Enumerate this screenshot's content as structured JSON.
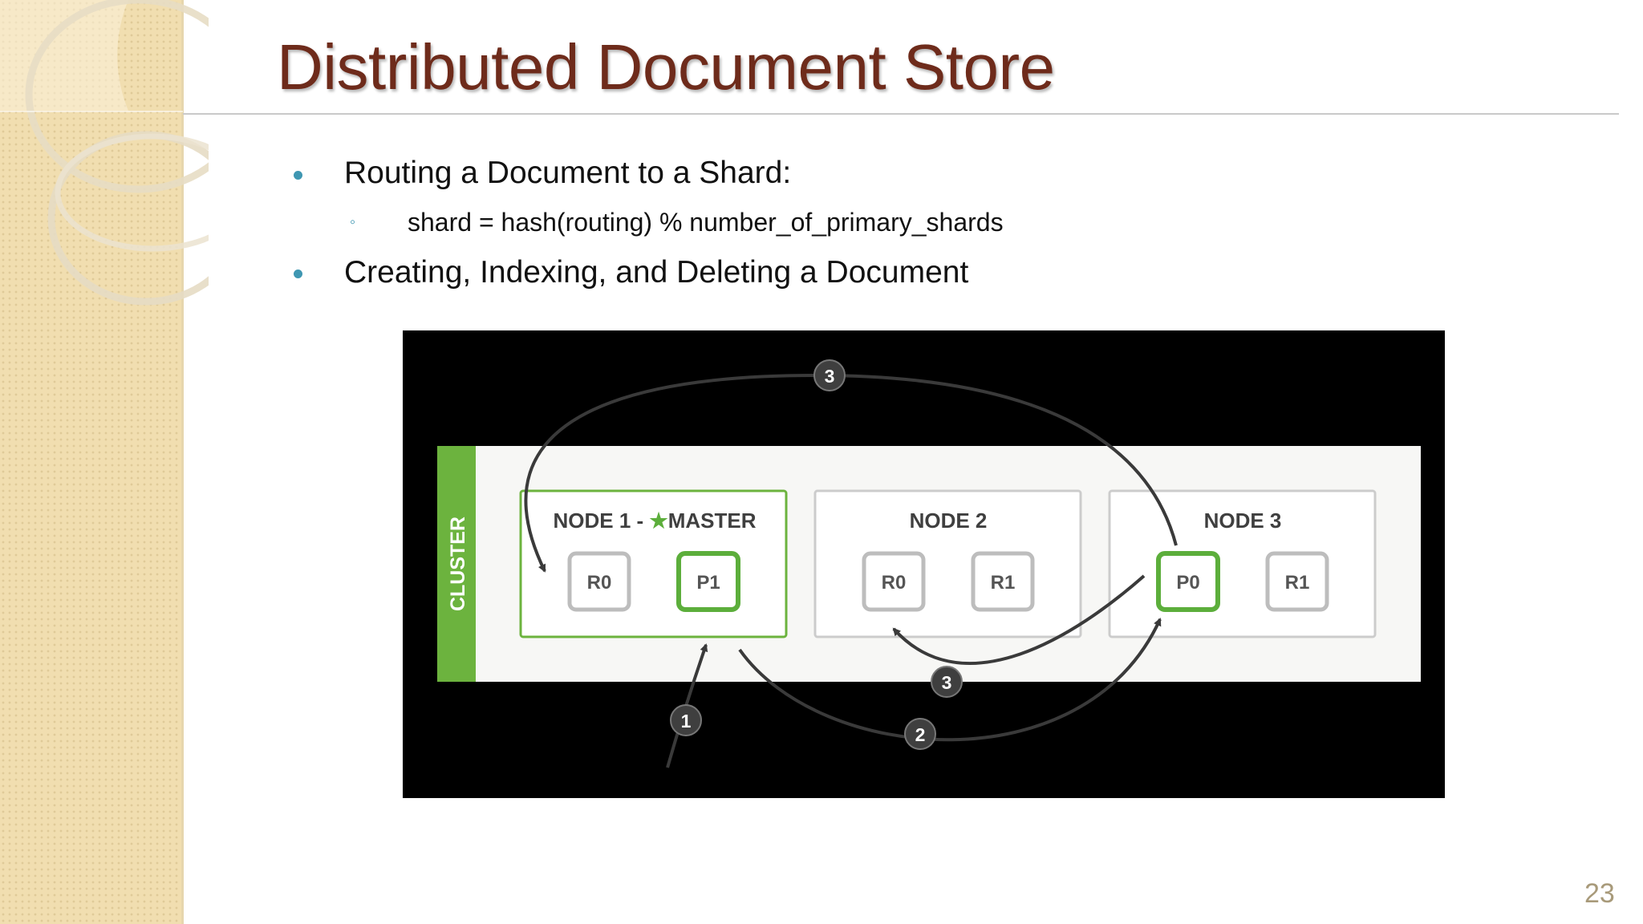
{
  "slide": {
    "title": "Distributed Document Store",
    "page_number": "23"
  },
  "bullets": [
    {
      "text": "Routing a Document to a Shard:",
      "sub": [
        {
          "text": "shard = hash(routing) % number_of_primary_shards"
        }
      ]
    },
    {
      "text": "Creating, Indexing, and Deleting a Document"
    }
  ],
  "diagram": {
    "cluster_label": "CLUSTER",
    "nodes": [
      {
        "prefix": "NODE 1 - ",
        "master_label": "MASTER",
        "is_master": true,
        "shards": [
          "R0",
          "P1"
        ],
        "primary": "P1"
      },
      {
        "prefix": "NODE 2",
        "is_master": false,
        "shards": [
          "R0",
          "R1"
        ]
      },
      {
        "prefix": "NODE 3",
        "is_master": false,
        "shards": [
          "P0",
          "R1"
        ],
        "primary": "P0"
      }
    ],
    "steps": {
      "one": "1",
      "two": "2",
      "three": "3"
    }
  },
  "colors": {
    "title": "#6e2b1b",
    "bullet": "#3f97b2",
    "cluster_green": "#6cb33e",
    "primary_green": "#5cae3b"
  }
}
